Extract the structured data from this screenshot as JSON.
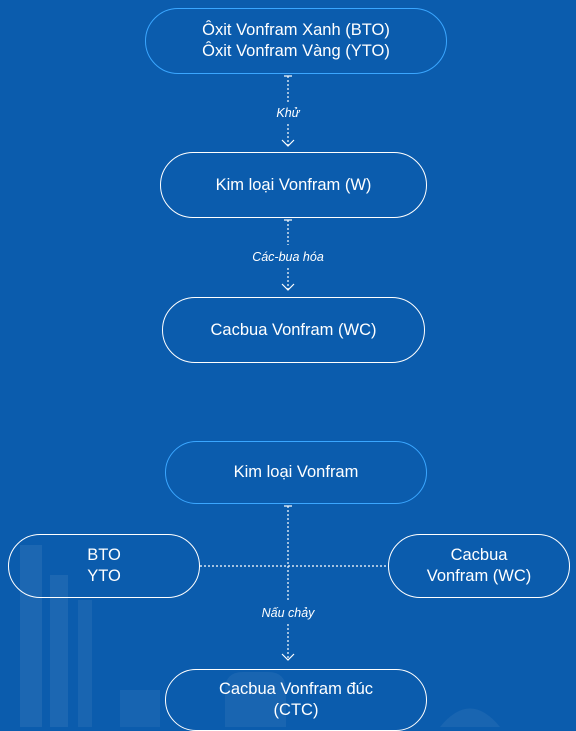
{
  "flow1": {
    "top_node": {
      "line1": "Ôxit Vonfram Xanh (BTO)",
      "line2": "Ôxit Vonfram Vàng (YTO)"
    },
    "step1_label": "Khử",
    "middle_node": "Kim loại Vonfram (W)",
    "step2_label": "Các-bua hóa",
    "bottom_node": "Cacbua Vonfram (WC)"
  },
  "flow2": {
    "top_node": "Kim loại Vonfram",
    "left_node": {
      "line1": "BTO",
      "line2": "YTO"
    },
    "right_node": {
      "line1": "Cacbua",
      "line2": "Vonfram (WC)"
    },
    "step_label": "Nấu chảy",
    "bottom_node": {
      "line1": "Cacbua Vonfram đúc",
      "line2": "(CTC)"
    }
  },
  "colors": {
    "background": "#0b5cad",
    "accent_border": "#3aa6ff",
    "line": "#ffffff"
  }
}
